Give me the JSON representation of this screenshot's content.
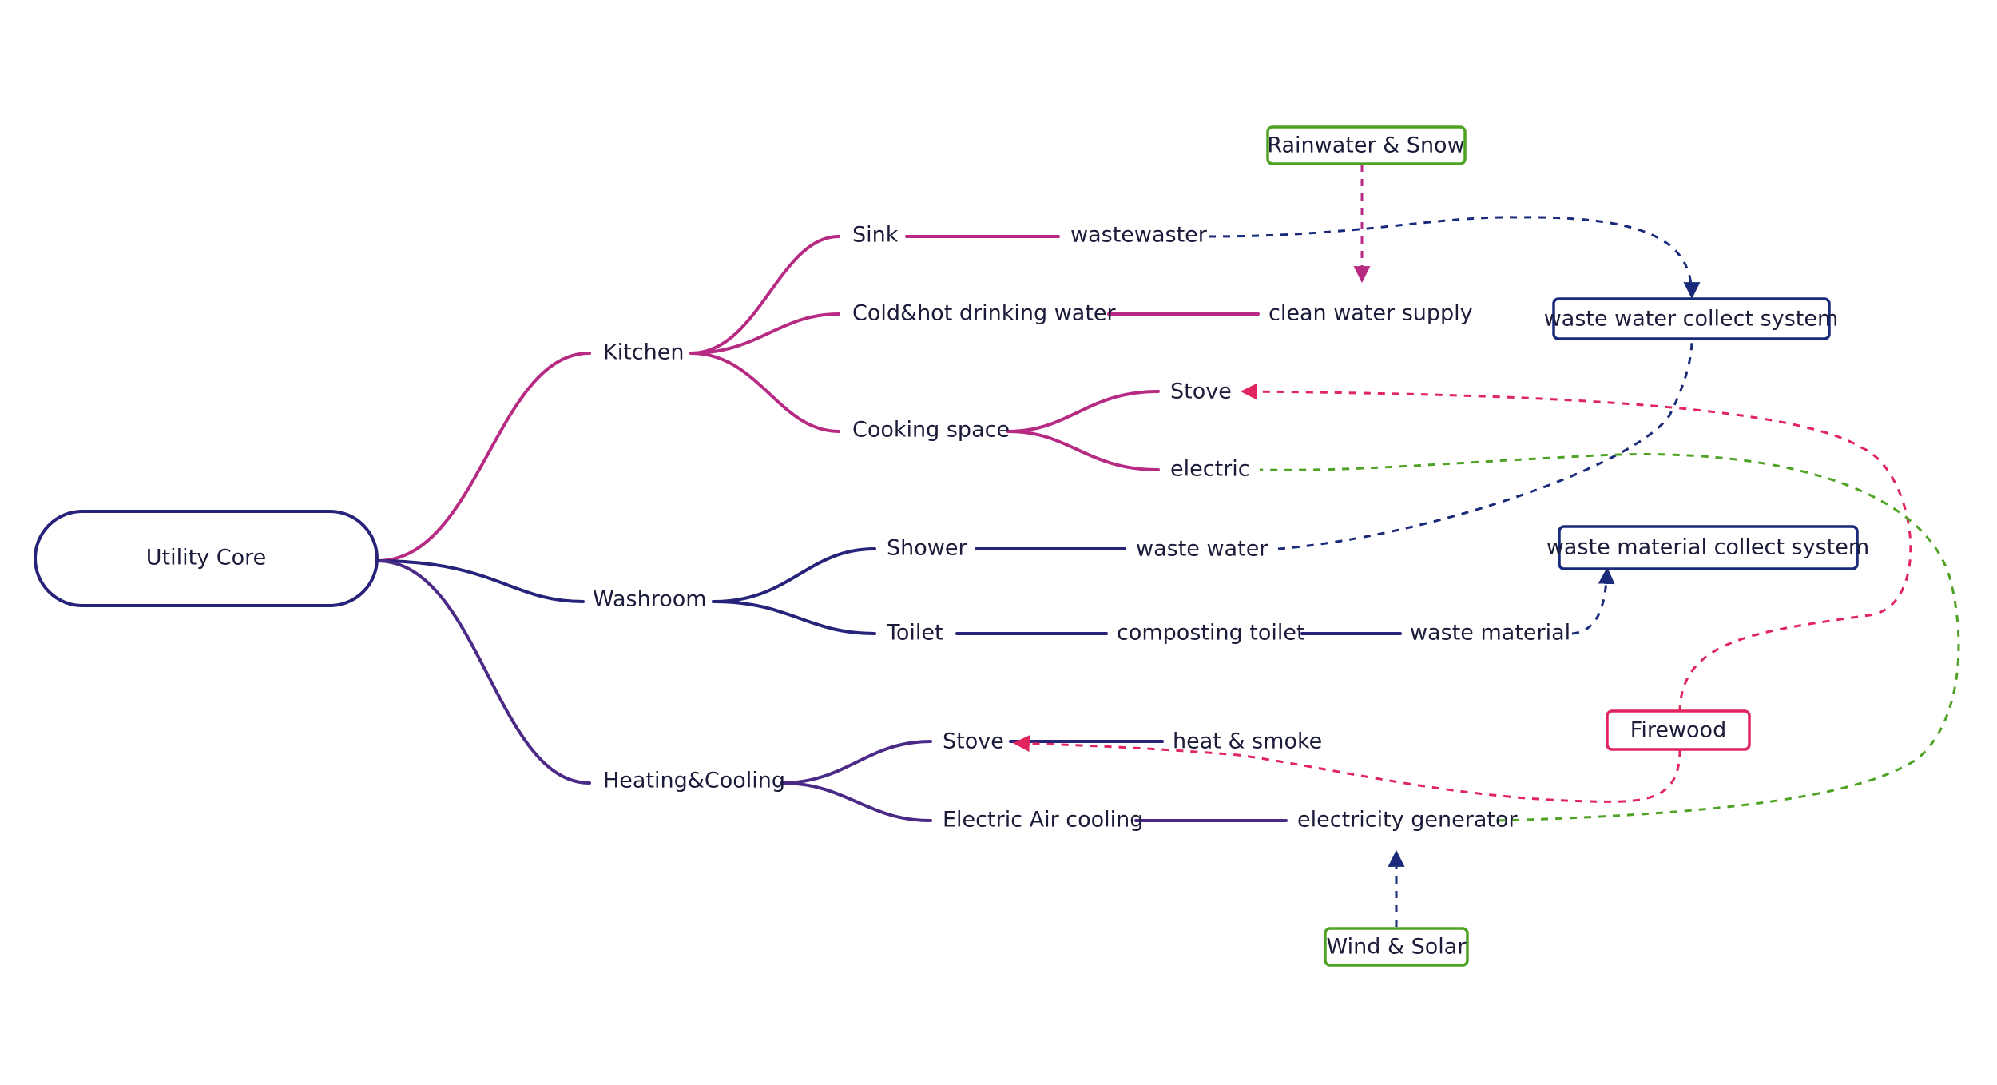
{
  "colors": {
    "kitchen": "#b72a83",
    "washroom": "#27237a",
    "heating": "#4a2a86",
    "navy": "#1a2a7a",
    "pink": "#e0245e",
    "green": "#4ea324",
    "root_border": "#27237a",
    "text": "#1b1b3a"
  },
  "root": {
    "label": "Utility Core"
  },
  "branches": {
    "kitchen": "Kitchen",
    "washroom": "Washroom",
    "heating": "Heating&Cooling"
  },
  "nodes": {
    "sink": "Sink",
    "wastewaster": "wastewaster",
    "drinking": "Cold&hot drinking water",
    "clean_water": "clean water supply",
    "cooking": "Cooking space",
    "stove_kitchen": "Stove",
    "electric": "electric",
    "shower": "Shower",
    "waste_water": "waste water",
    "toilet": "Toilet",
    "composting": "composting toilet",
    "waste_material": "waste material",
    "stove_heat": "Stove",
    "heat_smoke": "heat & smoke",
    "air_cooling": "Electric Air cooling",
    "generator": "electricity generator"
  },
  "boxes": {
    "rainwater": "Rainwater & Snow",
    "waste_water_system": "waste water collect system",
    "waste_material_system": "waste material collect system",
    "firewood": "Firewood",
    "wind_solar": "Wind & Solar"
  }
}
